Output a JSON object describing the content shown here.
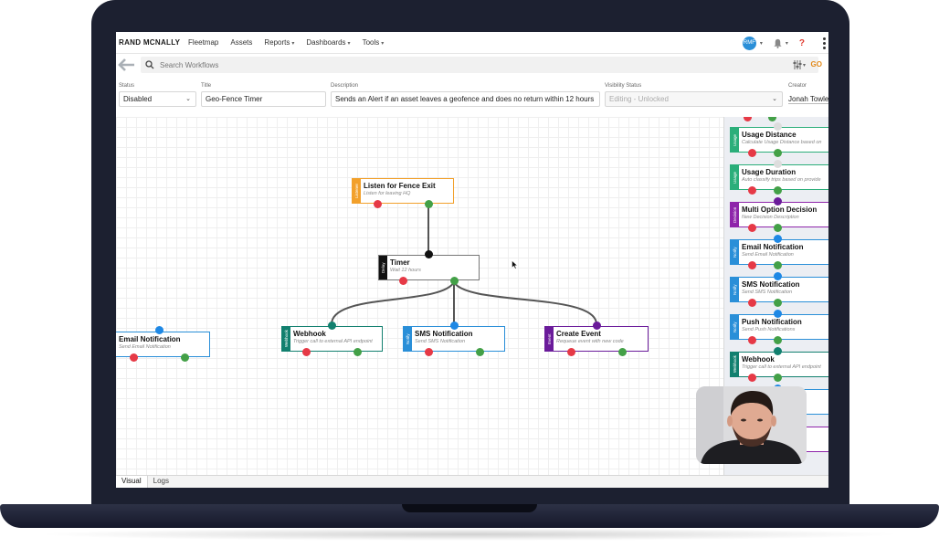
{
  "nav": {
    "logo": "RAND MCNALLY",
    "items": [
      "Fleetmap",
      "Assets",
      "Reports",
      "Dashboards",
      "Tools"
    ],
    "avatar_initials": "RMF",
    "help": "?"
  },
  "search": {
    "placeholder": "Search Workflows",
    "go": "GO"
  },
  "fields": {
    "status": {
      "label": "Status",
      "value": "Disabled"
    },
    "title": {
      "label": "Title",
      "value": "Geo-Fence Timer"
    },
    "description": {
      "label": "Description",
      "value": "Sends an Alert if an asset leaves a geofence and does no return within 12 hours"
    },
    "visibility": {
      "label": "Visibility Status",
      "value": "Editing - Unlocked"
    },
    "creator": {
      "label": "Creator",
      "value": "Jonah Towle"
    }
  },
  "nodes": {
    "listen": {
      "tag": "Listener",
      "title": "Listen for Fence Exit",
      "subtitle": "Listen for leaving HQ",
      "color": "#f2a02b"
    },
    "timer": {
      "tag": "Delay",
      "title": "Timer",
      "subtitle": "Wait 12 hours",
      "color": "#111111"
    },
    "email": {
      "title": "Email Notification",
      "subtitle": "Send Email Notification"
    },
    "webhook": {
      "tag": "Webhook",
      "title": "Webhook",
      "subtitle": "Trigger call to external API endpoint",
      "color": "#12806f"
    },
    "sms": {
      "tag": "Notify",
      "title": "SMS Notification",
      "subtitle": "Send SMS Notification",
      "color": "#2a8fd8"
    },
    "event": {
      "tag": "Event",
      "title": "Create Event",
      "subtitle": "Requeue event with new code",
      "color": "#6a1b9a"
    }
  },
  "palette": [
    {
      "tag": "Usage",
      "title": "Usage Distance",
      "subtitle": "Calculate Usage Distance based on",
      "color": "#2bae7a"
    },
    {
      "tag": "Usage",
      "title": "Usage Duration",
      "subtitle": "Auto classify trips based on provide",
      "color": "#2bae7a"
    },
    {
      "tag": "Decision",
      "title": "Multi Option Decision",
      "subtitle": "New Decision Description",
      "color": "#8e24aa"
    },
    {
      "tag": "Notify",
      "title": "Email Notification",
      "subtitle": "Send Email Notification",
      "color": "#2a8fd8"
    },
    {
      "tag": "Notify",
      "title": "SMS Notification",
      "subtitle": "Send SMS Notification",
      "color": "#2a8fd8"
    },
    {
      "tag": "Notify",
      "title": "Push Notification",
      "subtitle": "Send Push Notifications",
      "color": "#2a8fd8"
    },
    {
      "tag": "Webhook",
      "title": "Webhook",
      "subtitle": "Trigger call to external API endpoint",
      "color": "#12806f"
    },
    {
      "tag": "",
      "title": "ers",
      "subtitle": "endpoint",
      "color": "#2a8fd8"
    },
    {
      "tag": "",
      "title": "Clear Tag",
      "subtitle": "",
      "color": "#8e24aa"
    }
  ],
  "tabs": [
    "Visual",
    "Logs"
  ]
}
